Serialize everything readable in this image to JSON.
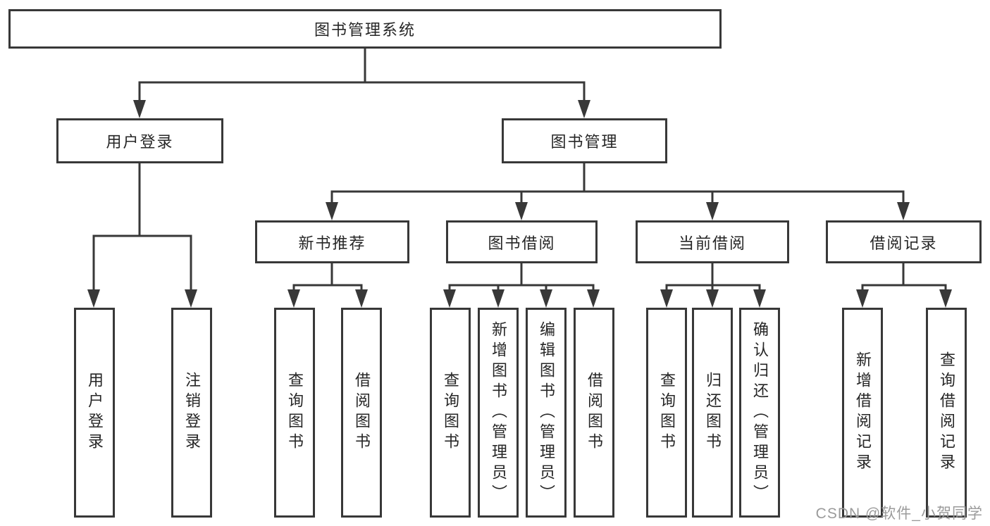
{
  "diagram": {
    "type": "hierarchy-tree",
    "root": {
      "label": "图书管理系统"
    },
    "branches": [
      {
        "label": "用户登录",
        "children": [
          {
            "label": "用户登录"
          },
          {
            "label": "注销登录"
          }
        ]
      },
      {
        "label": "图书管理",
        "children": [
          {
            "label": "新书推荐",
            "children": [
              {
                "label": "查询图书"
              },
              {
                "label": "借阅图书"
              }
            ]
          },
          {
            "label": "图书借阅",
            "children": [
              {
                "label": "查询图书"
              },
              {
                "label": "新增图书（管理员）"
              },
              {
                "label": "编辑图书（管理员）"
              },
              {
                "label": "借阅图书"
              }
            ]
          },
          {
            "label": "当前借阅",
            "children": [
              {
                "label": "查询图书"
              },
              {
                "label": "归还图书"
              },
              {
                "label": "确认归还（管理员）"
              }
            ]
          },
          {
            "label": "借阅记录",
            "children": [
              {
                "label": "新增借阅记录"
              },
              {
                "label": "查询借阅记录"
              }
            ]
          }
        ]
      }
    ]
  },
  "watermark": "CSDN @软件_小贺同学",
  "colors": {
    "line": "#383838",
    "box_border": "#383838",
    "box_fill": "#ffffff",
    "text": "#262626",
    "watermark": "#9b9b9b",
    "background": "#ffffff"
  }
}
